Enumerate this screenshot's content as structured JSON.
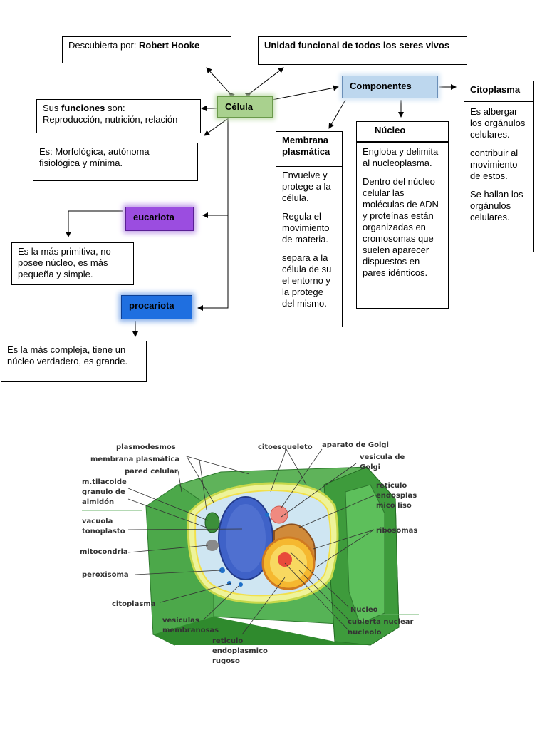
{
  "concept_map": {
    "discovered": {
      "prefix": "Descubierta por: ",
      "bold": "Robert Hooke"
    },
    "functional_unit": "Unidad funcional de todos los seres vivos",
    "celula": "Célula",
    "componentes": "Componentes",
    "citoplasma": {
      "title": "Citoplasma",
      "paragraphs": [
        "Es albergar los orgánulos celulares.",
        "contribuir al movimiento de estos.",
        "Se hallan los orgánulos celulares."
      ]
    },
    "funciones": {
      "prefix": "Sus ",
      "bold": "funciones",
      "suffix": " son:",
      "line2": "Reproducción, nutrición, relación"
    },
    "es": "Es: Morfológica, autónoma fisiológica y mínima.",
    "membrana": {
      "title": "Membrana plasmática",
      "paragraphs": [
        "Envuelve y protege a la célula.",
        "Regula el movimiento de materia.",
        " separa a la célula de su el entorno y la protege del mismo."
      ]
    },
    "nucleo": {
      "title": "Núcleo",
      "paragraphs": [
        "Engloba y delimita al nucleoplasma.",
        "Dentro del núcleo celular las moléculas de ADN y proteínas están organizadas en cromosomas que suelen aparecer dispuestos en pares idénticos."
      ]
    },
    "eucariota": "eucariota",
    "eucariota_desc": "Es la más primitiva, no posee núcleo, es más pequeña y simple.",
    "procariota": "procariota",
    "procariota_desc": "Es la más compleja, tiene un núcleo verdadero, es grande."
  },
  "cell_labels": {
    "plasmodesmos": "plasmodesmos",
    "membrana_plasmatica": "membrana plasmática",
    "pared_celular": "pared celular",
    "tilacoide_1": "m.tilacoide",
    "tilacoide_2": "granulo de",
    "tilacoide_3": "almidón",
    "vacuola_1": "vacuola",
    "vacuola_2": "tonoplasto",
    "mitocondria": "mitocondria",
    "peroxisoma": "peroxisoma",
    "citoplasma": "citoplasma",
    "vesiculas_1": "vesiculas",
    "vesiculas_2": "membranosas",
    "rer_1": "reticulo",
    "rer_2": "endoplasmico",
    "rer_3": "rugoso",
    "citoesqueleto": "citoesqueleto",
    "golgi": "aparato de Golgi",
    "vesicula_golgi_1": "vesicula de",
    "vesicula_golgi_2": "Golgi",
    "rel_1": "reticulo",
    "rel_2": "endosplas",
    "rel_3": "mico liso",
    "ribosomas": "ribosomas",
    "nucleo": "Nucleo",
    "cubierta": "cubierta nuclear",
    "nucleolo": "nucleolo"
  }
}
